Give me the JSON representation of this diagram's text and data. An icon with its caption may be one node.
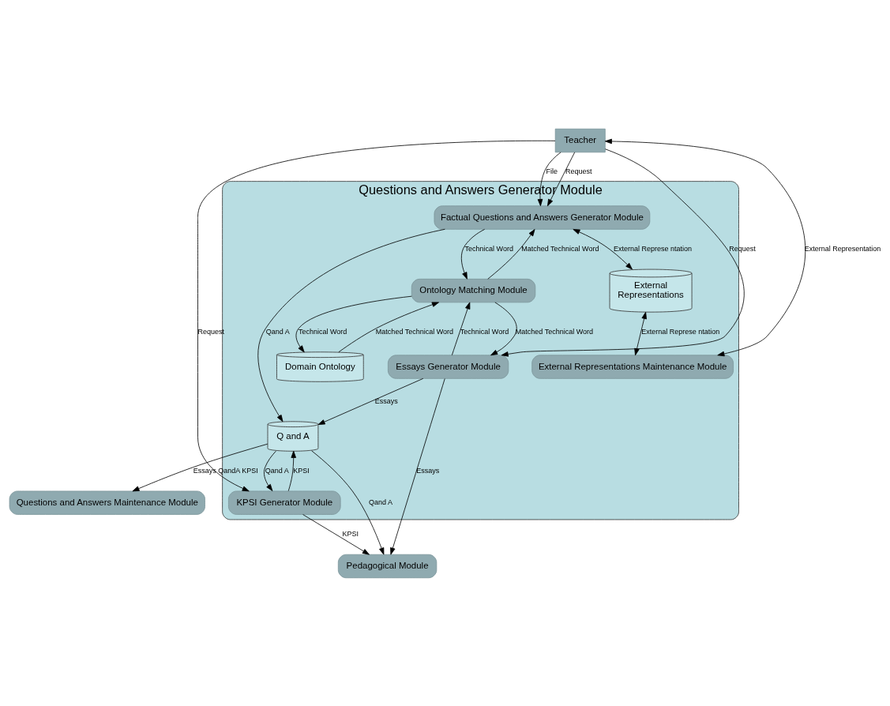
{
  "diagram": {
    "nodes": [
      {
        "text": [
          "Questions and Answers Generator Module"
        ]
      },
      {
        "text": [
          "Teacher"
        ]
      },
      {
        "text": [
          "Factual Questions and Answers Generator Module"
        ],
        "in": 0
      },
      {
        "text": [
          "Q and A"
        ],
        "in": 0
      },
      {
        "text": [
          "KPSI Generator Module"
        ],
        "in": 0
      },
      {
        "text": [
          "External",
          "Representations"
        ],
        "in": 0
      },
      {
        "text": [
          "Ontology Matching Module"
        ],
        "in": 0
      },
      {
        "text": [
          "Essays Generator Module"
        ],
        "in": 0
      },
      {
        "text": [
          "Domain Ontology"
        ],
        "in": 0
      },
      {
        "text": [
          "External Representations Maintenance Module"
        ],
        "in": 0
      },
      {
        "text": [
          "Pedagogical Module"
        ]
      },
      {
        "text": [
          "Questions and Answers Maintenance Module"
        ]
      }
    ],
    "edges": [
      {
        "from": 1,
        "to": 2,
        "arrow": "to",
        "label": "Request"
      },
      {
        "from": 1,
        "to": 4,
        "arrow": "to",
        "label": "Request"
      },
      {
        "from": 1,
        "to": 7,
        "arrow": "to",
        "label": "Request"
      },
      {
        "from": 1,
        "to": 2,
        "arrow": "to",
        "label": "File"
      },
      {
        "from": 2,
        "to": 3,
        "arrow": "to",
        "label": "Qand A"
      },
      {
        "from": 3,
        "to": 4,
        "arrow": "to",
        "label": "Qand A"
      },
      {
        "from": 4,
        "to": 3,
        "arrow": "to",
        "label": "KPSI"
      },
      {
        "from": 3,
        "to": 10,
        "arrow": "to",
        "label": "Qand A"
      },
      {
        "from": 3,
        "to": 11,
        "arrow": "to",
        "label": "Essays QandA KPSI"
      },
      {
        "from": 4,
        "to": 10,
        "arrow": "to",
        "label": "KPSI"
      },
      {
        "from": 7,
        "to": 3,
        "arrow": "to",
        "label": "Essays"
      },
      {
        "from": 7,
        "to": 10,
        "arrow": "to",
        "label": "Essays"
      },
      {
        "from": 2,
        "to": 5,
        "arrow": "both",
        "label": "External Represe ntation"
      },
      {
        "from": 2,
        "to": 6,
        "arrow": "to",
        "label": "Technical Word"
      },
      {
        "from": 6,
        "to": 2,
        "arrow": "to",
        "label": "Matched Technical Word"
      },
      {
        "from": 7,
        "to": 6,
        "arrow": "to",
        "label": "Technical Word"
      },
      {
        "from": 6,
        "to": 7,
        "arrow": "to",
        "label": "Matched Technical Word"
      },
      {
        "from": 6,
        "to": 8,
        "arrow": "to",
        "label": "Technical Word"
      },
      {
        "from": 8,
        "to": 6,
        "arrow": "to",
        "label": "Matched Technical Word"
      },
      {
        "from": 5,
        "to": 9,
        "arrow": "both",
        "label": "External Represe ntation"
      },
      {
        "from": 9,
        "to": 1,
        "arrow": "both",
        "label": "External Representation"
      }
    ]
  }
}
